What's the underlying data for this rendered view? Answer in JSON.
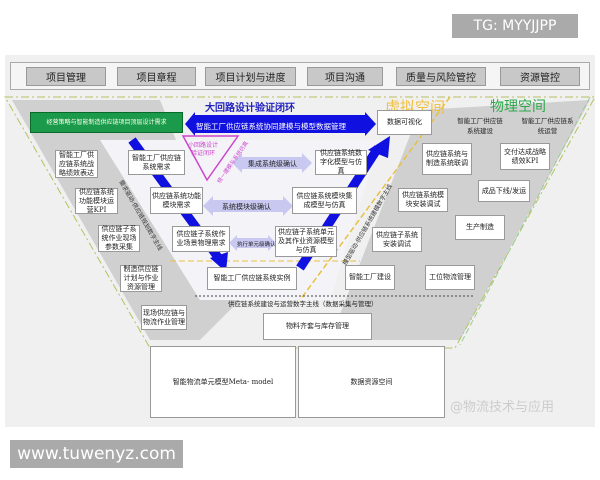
{
  "badges": {
    "top": "TG: MYYJJPP",
    "bottom": "www.tuwenyz.com"
  },
  "header": [
    "项目管理",
    "项目章程",
    "项目计划与进度",
    "项目沟通",
    "质量与风险管控",
    "资源管控"
  ],
  "spaces": {
    "virtual": "虚拟空间",
    "physical": "物理空间"
  },
  "big_loop": "大回路设计验证闭环",
  "top_req": "经营策略与智能制造供应链项目顶层设计需求",
  "collab": "智能工厂供应链系统协同建模与模型数据管理",
  "data_vis": "数据可视化",
  "small_loop": "小回路设计验证闭环",
  "unify": "统一建模与系统仿真",
  "left_thread": "需求驱动-供应链规划数字主线",
  "right_thread": "模型驱动-供应链系统建模数字主线",
  "bottom_thread": "供应链系统建设与运营数字主线（数据采集与管理）",
  "left_cards": [
    "智能工厂供应链系统战略绩效表达",
    "供应链系统功能模块运营KPI",
    "供应链子系统作业现场参数采集",
    "制造供应链计划与作业资源管理",
    "现场供应链与物流作业管理"
  ],
  "req": [
    "智能工厂供应链系统需求",
    "供应链系统功能模块需求",
    "供应链子系统作业场景物理需求"
  ],
  "instance": "智能工厂供应链系统实例",
  "models": [
    "供应链系统数字化模型与仿真",
    "供应链系统模块集成模型与仿真",
    "供应链子系统单元及其作业资源模型与仿真"
  ],
  "confirm": [
    "集成系统级确认",
    "系统模块级确认",
    "执行单元级确认"
  ],
  "build": [
    "供应链系统与制造系统联调",
    "供应链系统模块安装调试",
    "供应链子系统安装调试",
    "智能工厂建设"
  ],
  "phys_heads": [
    "智能工厂供应链系统建设",
    "智能工厂供应链系统运营"
  ],
  "ops": [
    "交付达成战略绩效KPI",
    "成品下线/发运",
    "生产制造",
    "工位物流管理"
  ],
  "material": "物料齐套与库存管理",
  "meta": "智能物流单元模型Meta- model",
  "data_space": "数据资源空间",
  "watermark": "@物流技术与应用",
  "colors": {
    "blue": "#1010e0",
    "green": "#1a9a4a",
    "pink": "#cc44cc",
    "lavender": "#c8c8f0",
    "virtual": "#f0c040",
    "physical": "#2ea84a"
  }
}
